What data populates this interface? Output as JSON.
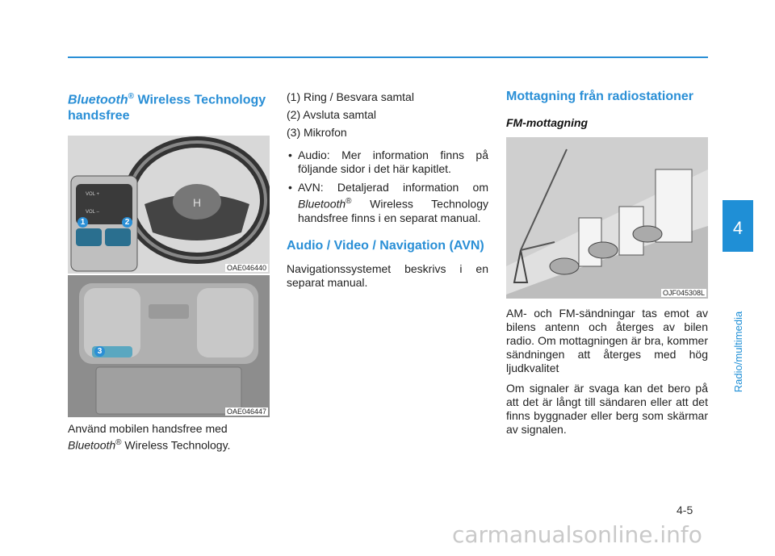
{
  "header": {
    "rule_color": "#2a8fd6"
  },
  "sidebar": {
    "chapter_number": "4",
    "chapter_title": "Radio/multimedia"
  },
  "footer": {
    "page_number": "4-5",
    "watermark": "carmanualsonline.info"
  },
  "col1": {
    "heading_italic": "Bluetooth",
    "heading_reg": "®",
    "heading_rest": " Wireless Technology handsfree",
    "image1_code": "OAE046440",
    "image2_code": "OAE046447",
    "callout_1": "1",
    "callout_2": "2",
    "callout_3": "3",
    "body_part1": "Använd mobilen handsfree med",
    "body_italic": "Bluetooth",
    "body_reg": "®",
    "body_part2": " Wireless Technology."
  },
  "col2": {
    "list": [
      "(1) Ring / Besvara samtal",
      "(2) Avsluta samtal",
      "(3) Mikrofon"
    ],
    "bullet1": "Audio: Mer information finns på följande sidor i det här kapitlet.",
    "bullet2_a": "AVN: Detaljerad information om",
    "bullet2_italic": "Bluetooth",
    "bullet2_reg": "®",
    "bullet2_b": " Wireless Technology handsfree finns i en separat manual.",
    "heading": "Audio / Video / Navigation (AVN)",
    "body": "Navigationssystemet beskrivs i en separat manual."
  },
  "col3": {
    "heading": "Mottagning från radiostationer",
    "subheading": "FM-mottagning",
    "image_code": "OJF045308L",
    "para1": "AM- och FM-sändningar tas emot av bilens antenn och återges av bilen radio. Om mottagningen är bra, kommer sändningen att återges med hög ljudkvalitet",
    "para2": "Om signaler är svaga kan det bero på att det är långt till sändaren eller att det finns byggnader eller berg som skärmar av signalen."
  }
}
